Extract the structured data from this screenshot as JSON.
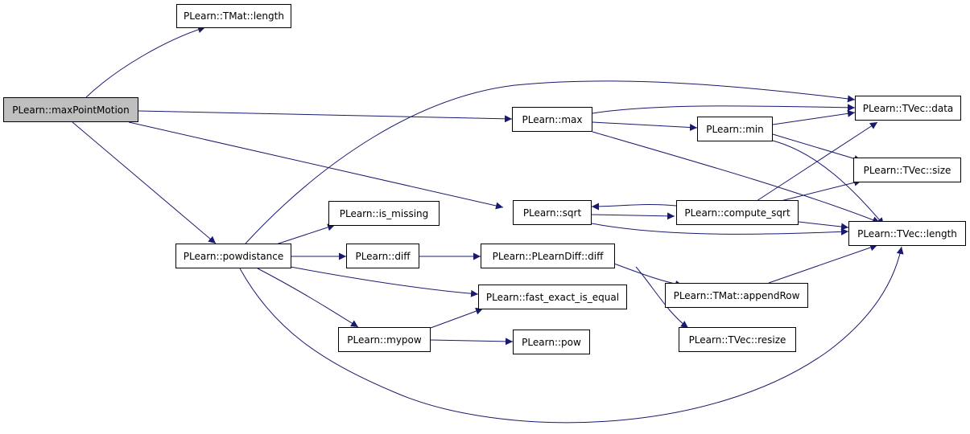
{
  "graph": {
    "root_fill": "#bfbfbf",
    "edge_color": "#191970",
    "nodes": {
      "maxPointMotion": "PLearn::maxPointMotion",
      "tmat_length": "PLearn::TMat::length",
      "max": "PLearn::max",
      "min": "PLearn::min",
      "tvec_data": "PLearn::TVec::data",
      "tvec_size": "PLearn::TVec::size",
      "sqrt": "PLearn::sqrt",
      "compute_sqrt": "PLearn::compute_sqrt",
      "tvec_length": "PLearn::TVec::length",
      "is_missing": "PLearn::is_missing",
      "powdistance": "PLearn::powdistance",
      "diff": "PLearn::diff",
      "plearndiff_diff": "PLearn::PLearnDiff::diff",
      "fast_exact_is_equal": "PLearn::fast_exact_is_equal",
      "appendRow": "PLearn::TMat::appendRow",
      "mypow": "PLearn::mypow",
      "pow": "PLearn::pow",
      "tvec_resize": "PLearn::TVec::resize"
    }
  }
}
